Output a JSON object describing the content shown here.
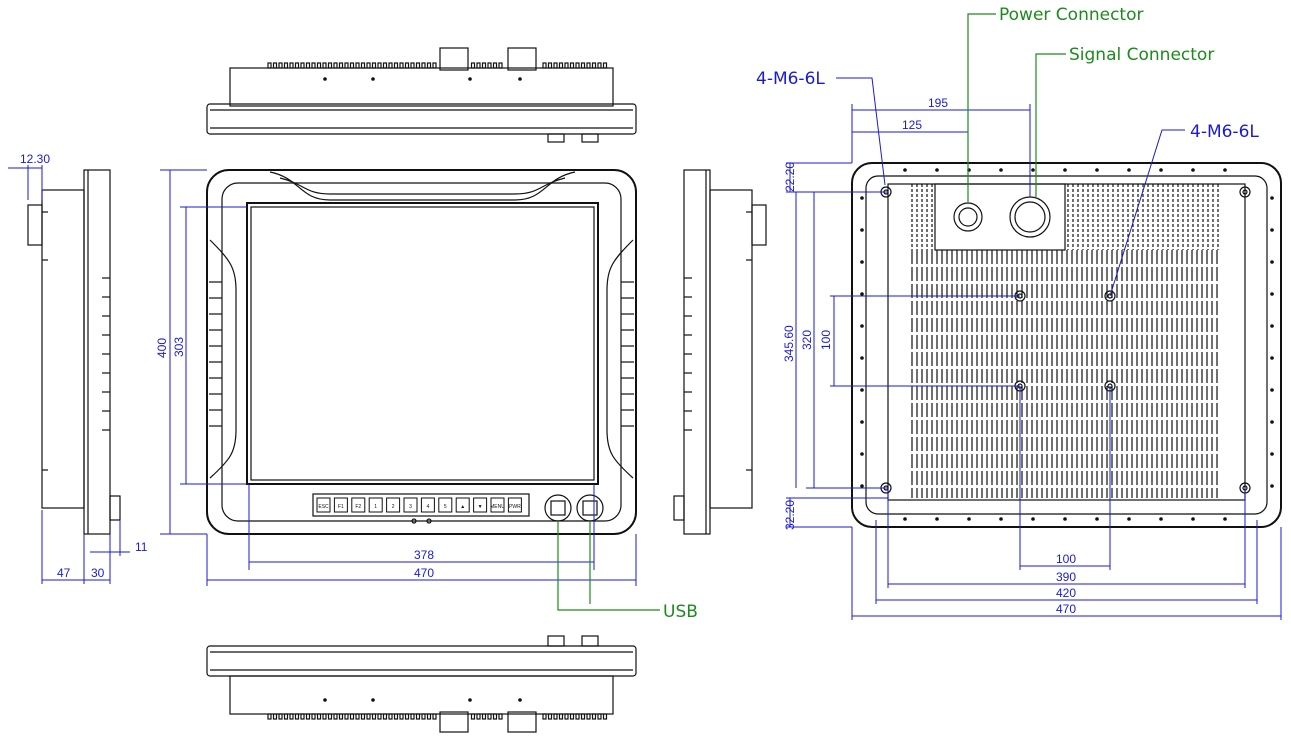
{
  "callouts": {
    "power_connector": "Power Connector",
    "signal_connector": "Signal Connector",
    "mount_left": "4-M6-6L",
    "mount_right": "4-M6-6L",
    "usb": "USB"
  },
  "dimensions": {
    "side_top": "12.30",
    "side_depth_47": "47",
    "side_depth_30": "30",
    "side_11": "11",
    "front_height_400": "400",
    "front_height_303": "303",
    "front_width_378": "378",
    "front_width_470": "470",
    "rear_195": "195",
    "rear_125": "125",
    "rear_22_20": "22.20",
    "rear_345_60": "345.60",
    "rear_320": "320",
    "rear_100_v": "100",
    "rear_32_20": "32.20",
    "rear_100_h": "100",
    "rear_390": "390",
    "rear_420": "420",
    "rear_470": "470"
  },
  "keypad_keys": [
    "ESC",
    "F1",
    "F2",
    "1",
    "2",
    "3",
    "4",
    "5",
    "▲",
    "▼",
    "MENU",
    "PWR"
  ]
}
